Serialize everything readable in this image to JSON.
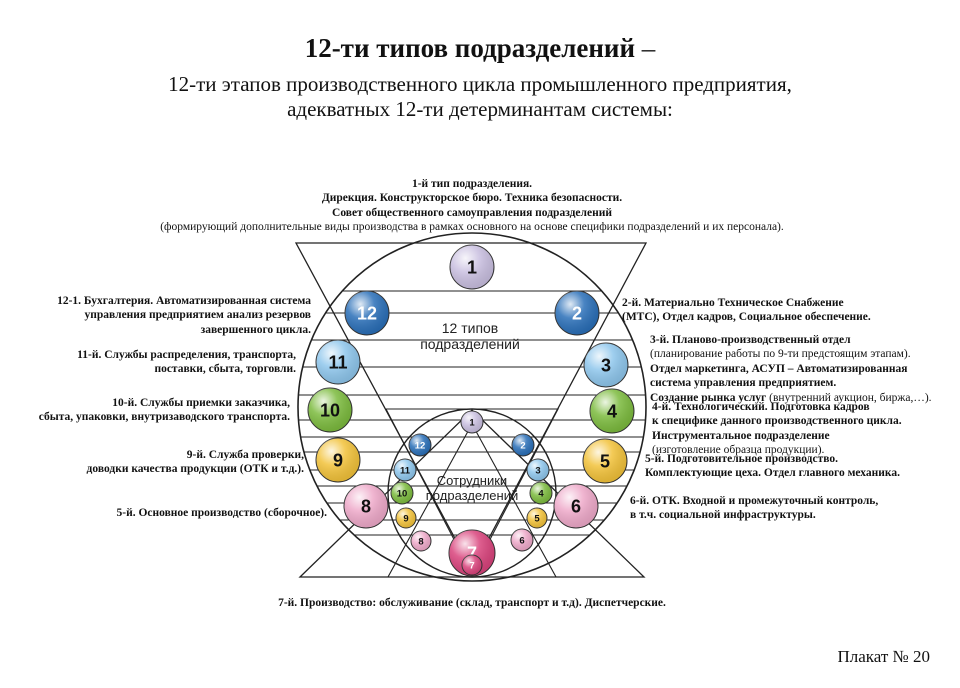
{
  "header": {
    "title_bold": "12-ти типов подразделений",
    "title_dash": " –",
    "subtitle_1": "12-ти этапов производственного цикла промышленного предприятия,",
    "subtitle_2": "адекватных 12-ти детерминантам системы:"
  },
  "diagram": {
    "outer_circle_label_1": "12 типов",
    "outer_circle_label_2": "подразделений",
    "inner_circle_label_1": "Сотрудники",
    "inner_circle_label_2": "подразделений",
    "outer_numbers": [
      "1",
      "2",
      "3",
      "4",
      "5",
      "6",
      "7",
      "8",
      "9",
      "10",
      "11",
      "12"
    ],
    "inner_numbers": [
      "1",
      "2",
      "3",
      "4",
      "5",
      "6",
      "7",
      "8",
      "9",
      "10",
      "11",
      "12"
    ],
    "colors": {
      "1": "#c9bfe0",
      "2": "#2a6fb8",
      "3": "#8ec6ec",
      "4": "#7cbb3e",
      "5": "#f2c23a",
      "6": "#eea9c9",
      "7": "#d9437c",
      "8": "#eea9c9",
      "9": "#f2c23a",
      "10": "#7cbb3e",
      "11": "#8ec6ec",
      "12": "#2a6fb8"
    }
  },
  "labels": {
    "top": {
      "l1": "1-й тип подразделения.",
      "l2": "Дирекция. Конструкторское бюро. Техника безопасности.",
      "l3": "Совет общественного самоуправления подразделений",
      "l4": "(формирующий дополнительные виды производства в рамках основного на основе специфики подразделений и их персонала)."
    },
    "t2": {
      "l1": "2-й. Материально Техническое Снабжение",
      "l2": "(МТС), Отдел кадров, Социальное обеспечение."
    },
    "t3": {
      "l1": "3-й. Планово-производственный отдел",
      "l2": "(планирование работы по 9-ти предстоящим этапам).",
      "l3": "Отдел маркетинга, АСУП – Автоматизированная",
      "l4": "система управления предприятием.",
      "l5a": "Создание рынка услуг",
      "l5b": " (внутренний аукцион, биржа,…)."
    },
    "t4": {
      "l1": "4-й. Технологический. Подготовка кадров",
      "l2": "к специфике данного производственного цикла.",
      "l3": "Инструментальное подразделение",
      "l4": "(изготовление образца продукции)."
    },
    "t5": {
      "l1": "5-й. Подготовительное производство.",
      "l2": "Комплектующие цеха. Отдел главного механика."
    },
    "t6": {
      "l1": "6-й. ОТК. Входной и промежуточный контроль,",
      "l2": "в т.ч. социальной инфраструктуры."
    },
    "t7": "7-й. Производство: обслуживание (склад, транспорт и т.д). Диспетчерские.",
    "t8": "5-й. Основное производство (сборочное).",
    "t9": {
      "l1": "9-й. Служба проверки,",
      "l2": "доводки качества продукции (ОТК и т.д.)."
    },
    "t10": {
      "l1": "10-й. Службы приемки заказчика,",
      "l2": "сбыта, упаковки, внутризаводского транспорта."
    },
    "t11": {
      "l1": "11-й. Службы распределения, транспорта,",
      "l2": "поставки, сбыта, торговли."
    },
    "t12": {
      "l1": "12-1. Бухгалтерия. Автоматизированная система",
      "l2": "управления предприятием  анализ резервов",
      "l3": "завершенного цикла."
    }
  },
  "footer": {
    "poster": "Плакат № 20"
  }
}
